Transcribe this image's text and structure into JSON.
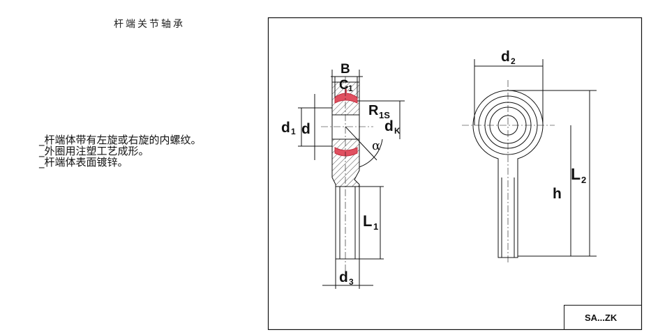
{
  "title": "杆端关节轴承",
  "features": [
    "_杆端体带有左旋或右旋的内螺纹。",
    "_外圈用注塑工艺成形。",
    "_杆端体表面镀锌。"
  ],
  "drawing": {
    "model": "SA...ZK",
    "labels": {
      "B": "B",
      "C1": "C",
      "C1_sub": "1",
      "d1": "d",
      "d1_sub": "1",
      "d": "d",
      "R1s": "R",
      "R1s_sub": "1S",
      "dK": "d",
      "dK_sub": "K",
      "alpha": "α",
      "L1": "L",
      "L1_sub": "1",
      "d3": "d",
      "d3_sub": "3",
      "d2": "d",
      "d2_sub": "2",
      "h": "h",
      "L2": "L",
      "L2_sub": "2"
    },
    "colors": {
      "liner": "#e05060",
      "line": "#111111"
    }
  }
}
